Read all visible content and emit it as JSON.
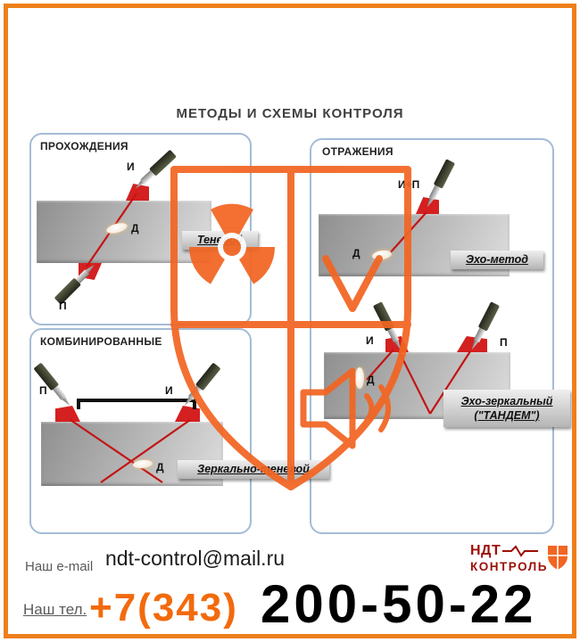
{
  "title": "МЕТОДЫ И СХЕМЫ КОНТРОЛЯ",
  "panels": {
    "transmission": {
      "header": "ПРОХОЖДЕНИЯ",
      "emitter": "И",
      "receiver": "П",
      "defect": "Д",
      "method": "Теневой"
    },
    "reflection": {
      "header": "ОТРАЖЕНИЯ",
      "echo": {
        "probe": "И+П",
        "defect": "Д",
        "method": "Эхо-метод"
      },
      "tandem": {
        "emitter": "И",
        "receiver": "П",
        "defect": "Д",
        "method_line1": "Эхо-зеркальный",
        "method_line2": "(\"ТАНДЕМ\")"
      }
    },
    "combined": {
      "header": "КОМБИНИРОВАННЫЕ",
      "receiver": "П",
      "emitter": "И",
      "defect": "Д",
      "method": "Зеркально-теневой"
    }
  },
  "footer": {
    "email_label": "Наш e-mail",
    "email": "ndt-control@mail.ru",
    "phone_label": "Наш тел.",
    "phone_code": "+7(343)",
    "phone_number": "200-50-22",
    "logo_top": "НДТ",
    "logo_bottom": "КОНТРОЛЬ"
  },
  "colors": {
    "frame_orange": "#ef7f1a",
    "watermark_orange": "#f26522",
    "beam_red": "#c41414",
    "wedge_red": "#d42020",
    "panel_border": "#a4bcd6",
    "logo_red": "#9c1006",
    "phone_orange": "#f26a0d"
  }
}
